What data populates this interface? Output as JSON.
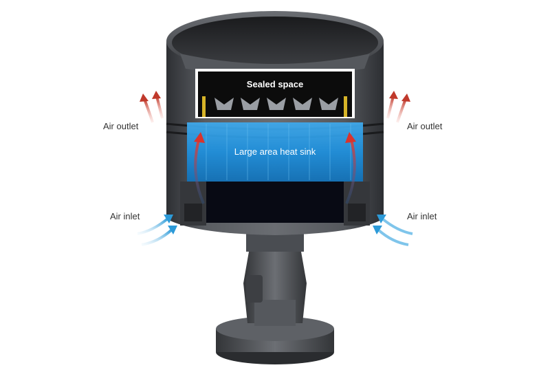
{
  "labels": {
    "sealed_space": "Sealed space",
    "heat_sink": "Large area heat sink",
    "air_outlet_left": "Air outlet",
    "air_outlet_right": "Air outlet",
    "air_inlet_left": "Air inlet",
    "air_inlet_right": "Air inlet"
  },
  "colors": {
    "outlet_arrow": "#c0392b",
    "inlet_arrow": "#3fa9e0",
    "heat_sink": "#1e90d8",
    "housing": "#4a4d52",
    "sealed_space": "#0c0c0c"
  }
}
